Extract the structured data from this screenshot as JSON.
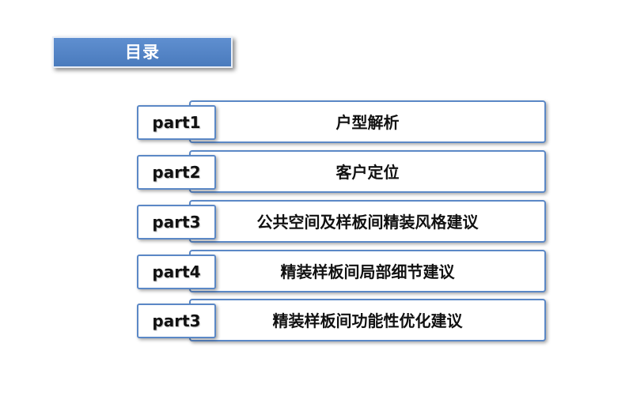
{
  "title": "目录",
  "items": [
    {
      "part": "part1",
      "label": "户型解析"
    },
    {
      "part": "part2",
      "label": "客户定位"
    },
    {
      "part": "part3",
      "label": "公共空间及样板间精装风格建议"
    },
    {
      "part": "part4",
      "label": "精装样板间局部细节建议"
    },
    {
      "part": "part3",
      "label": "精装样板间功能性优化建议"
    }
  ]
}
